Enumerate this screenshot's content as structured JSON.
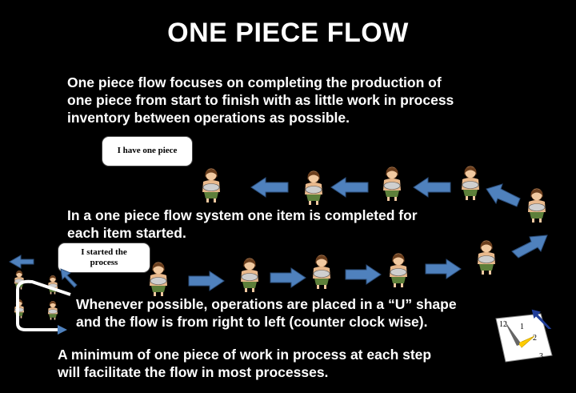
{
  "title": "ONE PIECE FLOW",
  "paragraphs": {
    "intro": "One piece flow focuses on completing the production of\none piece from start to finish with as little work in process\ninventory between operations as possible.",
    "system": "In a one piece flow system one item is completed for\neach item started.",
    "ushape": "Whenever possible, operations are placed in a “U” shape\nand the flow is from right to left (counter clock wise).",
    "minimum": "A minimum of one piece of work in process at each step\nwill facilitate the flow in most processes."
  },
  "bubbles": {
    "have_one": "I have one piece",
    "started": "I  started  the\nprocess"
  },
  "clock": {
    "numerals": [
      "12",
      "1",
      "2",
      "3"
    ]
  },
  "colors": {
    "arrow": "#4f81bd",
    "background": "#000000",
    "text": "#ffffff",
    "clock_hand": "#ffcc00",
    "rotate_arrow": "#1f3d99"
  }
}
